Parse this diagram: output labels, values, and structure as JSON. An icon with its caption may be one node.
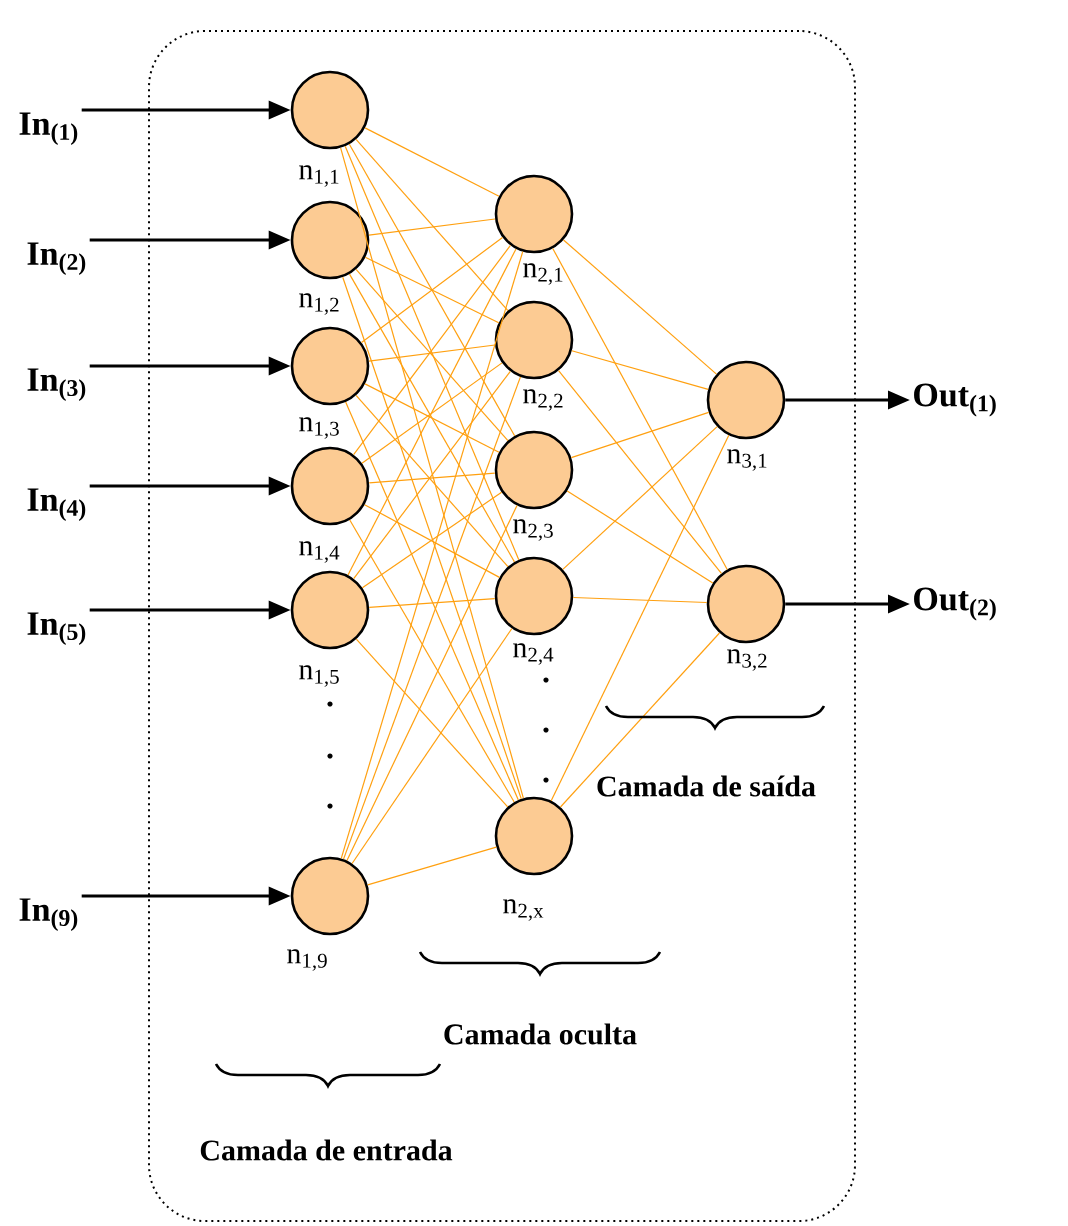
{
  "diagram": {
    "nodes": [
      {
        "text": [],
        "shape": "box"
      },
      {
        "text": [
          "In$_{(1)}$"
        ]
      },
      {
        "text": [
          "In$_{(2)}$"
        ]
      },
      {
        "text": [
          "In$_{(3)}$"
        ]
      },
      {
        "text": [
          "In$_{(4)}$"
        ]
      },
      {
        "text": [
          "In$_{(5)}$"
        ]
      },
      {
        "text": [
          "In$_{(9)}$"
        ]
      },
      {
        "text": [],
        "shape": "circle",
        "beside": [
          "n$_{1,1}$"
        ],
        "in": 0
      },
      {
        "text": [],
        "shape": "circle",
        "beside": [
          "n$_{1,2}$"
        ],
        "in": 0
      },
      {
        "text": [],
        "shape": "circle",
        "beside": [
          "n$_{1,3}$"
        ],
        "in": 0
      },
      {
        "text": [],
        "shape": "circle",
        "beside": [
          "n$_{1,4}$"
        ],
        "in": 0
      },
      {
        "text": [],
        "shape": "circle",
        "beside": [
          "n$_{1,5}$"
        ],
        "in": 0
      },
      {
        "text": [],
        "shape": "circle",
        "beside": [
          "n$_{1,9}$"
        ],
        "in": 0
      },
      {
        "text": [],
        "shape": "circle",
        "beside": [
          "n$_{2,1}$"
        ],
        "in": 0
      },
      {
        "text": [],
        "shape": "circle",
        "beside": [
          "n$_{2,2}$"
        ],
        "in": 0
      },
      {
        "text": [],
        "shape": "circle",
        "beside": [
          "n$_{2,3}$"
        ],
        "in": 0
      },
      {
        "text": [],
        "shape": "circle",
        "beside": [
          "n$_{2,4}$"
        ],
        "in": 0
      },
      {
        "text": [],
        "shape": "circle",
        "beside": [
          "n$_{2,x}$"
        ],
        "in": 0
      },
      {
        "text": [],
        "shape": "circle",
        "beside": [
          "n$_{3,1}$"
        ],
        "in": 0
      },
      {
        "text": [],
        "shape": "circle",
        "beside": [
          "n$_{3,2}$"
        ],
        "in": 0
      },
      {
        "text": [
          "Out$_{(1)}$"
        ]
      },
      {
        "text": [
          "Out$_{(2)}$"
        ]
      }
    ],
    "edges": [
      {
        "from": 1,
        "to": 7,
        "arrow": "to",
        "color": "#000000"
      },
      {
        "from": 2,
        "to": 8,
        "arrow": "to",
        "color": "#000000"
      },
      {
        "from": 3,
        "to": 9,
        "arrow": "to",
        "color": "#000000"
      },
      {
        "from": 4,
        "to": 10,
        "arrow": "to",
        "color": "#000000"
      },
      {
        "from": 5,
        "to": 11,
        "arrow": "to",
        "color": "#000000"
      },
      {
        "from": 6,
        "to": 12,
        "arrow": "to",
        "color": "#000000"
      },
      {
        "from": 7,
        "to": 13,
        "arrow": "none"
      },
      {
        "from": 7,
        "to": 14,
        "arrow": "none"
      },
      {
        "from": 7,
        "to": 15,
        "arrow": "none"
      },
      {
        "from": 7,
        "to": 16,
        "arrow": "none"
      },
      {
        "from": 7,
        "to": 17,
        "arrow": "none"
      },
      {
        "from": 8,
        "to": 13,
        "arrow": "none"
      },
      {
        "from": 8,
        "to": 14,
        "arrow": "none"
      },
      {
        "from": 8,
        "to": 15,
        "arrow": "none"
      },
      {
        "from": 8,
        "to": 16,
        "arrow": "none"
      },
      {
        "from": 8,
        "to": 17,
        "arrow": "none"
      },
      {
        "from": 9,
        "to": 13,
        "arrow": "none"
      },
      {
        "from": 9,
        "to": 14,
        "arrow": "none"
      },
      {
        "from": 9,
        "to": 15,
        "arrow": "none"
      },
      {
        "from": 9,
        "to": 16,
        "arrow": "none"
      },
      {
        "from": 9,
        "to": 17,
        "arrow": "none"
      },
      {
        "from": 10,
        "to": 13,
        "arrow": "none"
      },
      {
        "from": 10,
        "to": 14,
        "arrow": "none"
      },
      {
        "from": 10,
        "to": 15,
        "arrow": "none"
      },
      {
        "from": 10,
        "to": 16,
        "arrow": "none"
      },
      {
        "from": 10,
        "to": 17,
        "arrow": "none"
      },
      {
        "from": 11,
        "to": 13,
        "arrow": "none"
      },
      {
        "from": 11,
        "to": 14,
        "arrow": "none"
      },
      {
        "from": 11,
        "to": 15,
        "arrow": "none"
      },
      {
        "from": 11,
        "to": 16,
        "arrow": "none"
      },
      {
        "from": 11,
        "to": 17,
        "arrow": "none"
      },
      {
        "from": 12,
        "to": 13,
        "arrow": "none"
      },
      {
        "from": 12,
        "to": 14,
        "arrow": "none"
      },
      {
        "from": 12,
        "to": 15,
        "arrow": "none"
      },
      {
        "from": 12,
        "to": 16,
        "arrow": "none"
      },
      {
        "from": 12,
        "to": 17,
        "arrow": "none"
      },
      {
        "from": 13,
        "to": 18,
        "arrow": "none"
      },
      {
        "from": 13,
        "to": 19,
        "arrow": "none"
      },
      {
        "from": 14,
        "to": 18,
        "arrow": "none"
      },
      {
        "from": 14,
        "to": 19,
        "arrow": "none"
      },
      {
        "from": 15,
        "to": 18,
        "arrow": "none"
      },
      {
        "from": 15,
        "to": 19,
        "arrow": "none"
      },
      {
        "from": 16,
        "to": 18,
        "arrow": "none"
      },
      {
        "from": 16,
        "to": 19,
        "arrow": "none"
      },
      {
        "from": 17,
        "to": 18,
        "arrow": "none"
      },
      {
        "from": 17,
        "to": 19,
        "arrow": "none"
      },
      {
        "from": 18,
        "to": 20,
        "arrow": "to",
        "color": "#000000"
      },
      {
        "from": 19,
        "to": 21,
        "arrow": "to",
        "color": "#000000"
      }
    ],
    "labels": [
      "Camada de saída",
      "Camada oculta",
      "Camada de entrada"
    ]
  }
}
